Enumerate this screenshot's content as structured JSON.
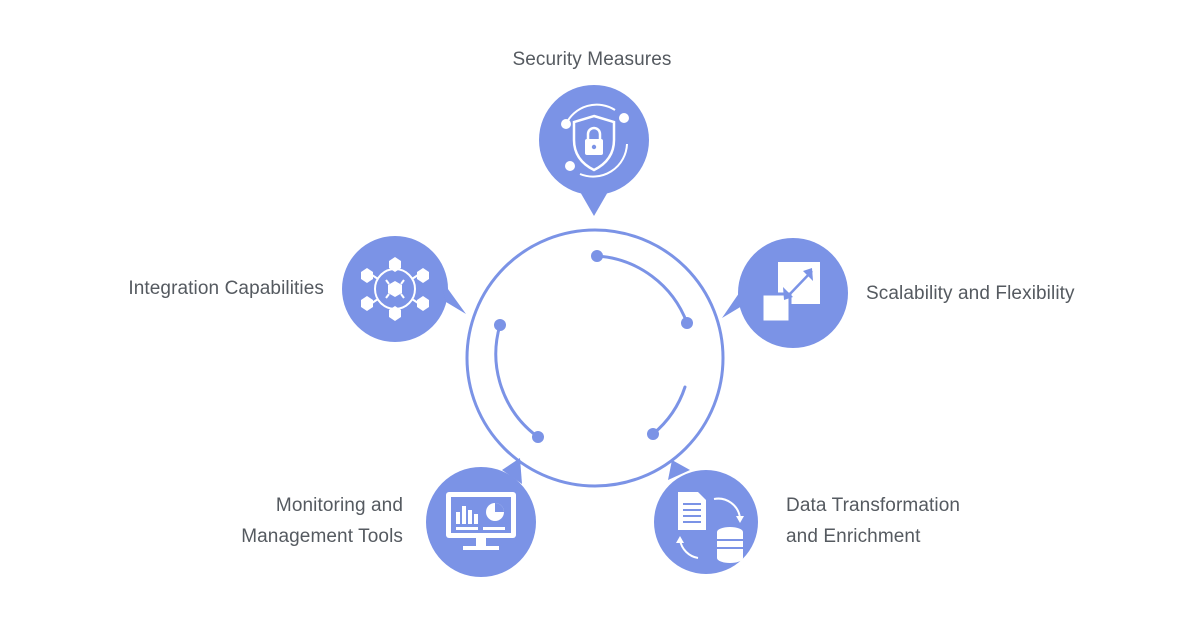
{
  "colors": {
    "accent": "#7b93e6",
    "stroke": "#7b93e6",
    "label": "#555a60",
    "icon": "#ffffff"
  },
  "nodes": {
    "security": {
      "label": "Security Measures",
      "icon": "shield-lock-icon"
    },
    "scalability": {
      "label": "Scalability and Flexibility",
      "icon": "resize-arrows-icon"
    },
    "data": {
      "label_line1": "Data Transformation",
      "label_line2": "and Enrichment",
      "icon": "document-database-cycle-icon"
    },
    "monitoring": {
      "label_line1": "Monitoring and",
      "label_line2": "Management Tools",
      "icon": "monitor-dashboard-icon"
    },
    "integration": {
      "label": "Integration Capabilities",
      "icon": "hexagon-network-icon"
    }
  }
}
